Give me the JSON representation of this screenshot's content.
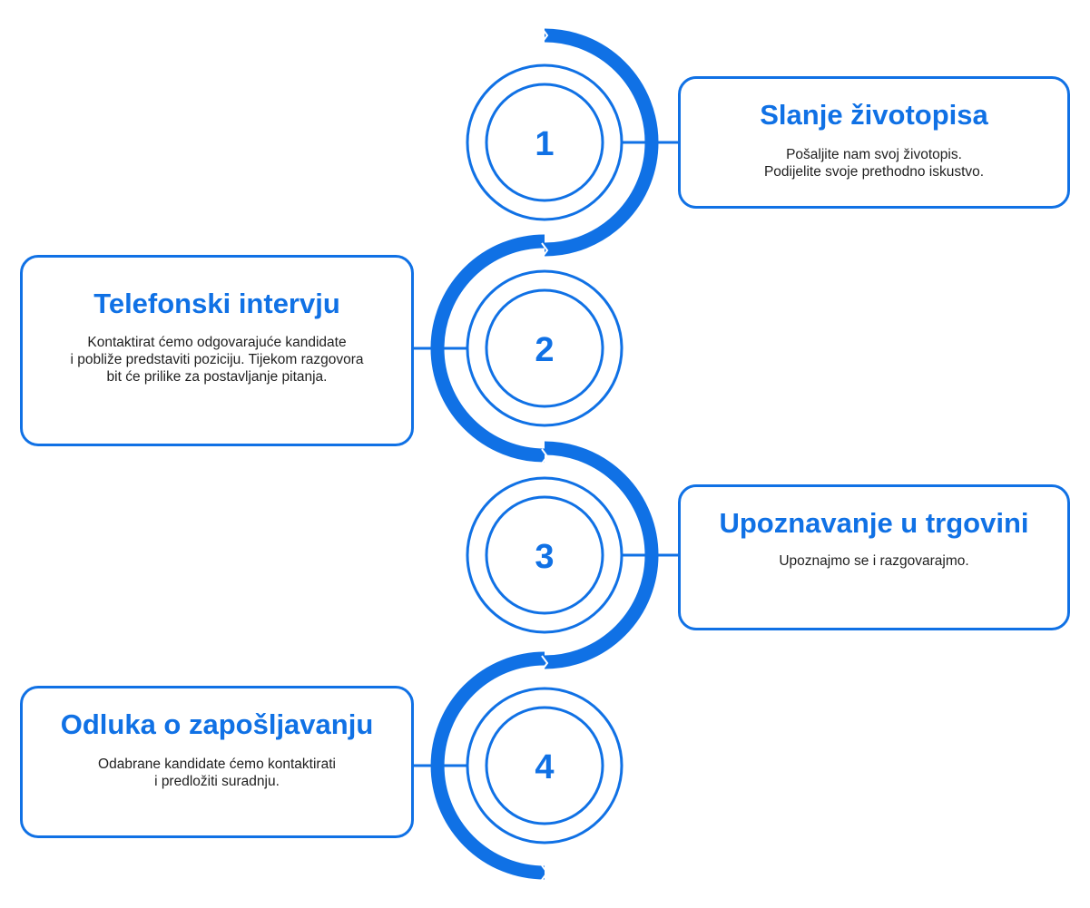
{
  "colors": {
    "accent": "#1071e5",
    "text": "#1f1f1f",
    "background": "#ffffff"
  },
  "steps": [
    {
      "number": "1",
      "title": "Slanje životopisa",
      "description": [
        "Pošaljite nam svoj životopis.",
        "Podijelite svoje prethodno iskustvo."
      ],
      "side": "right"
    },
    {
      "number": "2",
      "title": "Telefonski intervju",
      "description": [
        "Kontaktirat ćemo odgovarajuće kandidate",
        "i pobliže predstaviti poziciju. Tijekom razgovora",
        "bit će prilike za postavljanje pitanja."
      ],
      "side": "left"
    },
    {
      "number": "3",
      "title": "Upoznavanje u trgovini",
      "description": [
        "Upoznajmo se i razgovarajmo."
      ],
      "side": "right"
    },
    {
      "number": "4",
      "title": "Odluka o zapošljavanju",
      "description": [
        "Odabrane kandidate ćemo kontaktirati",
        "i predložiti suradnju."
      ],
      "side": "left"
    }
  ]
}
